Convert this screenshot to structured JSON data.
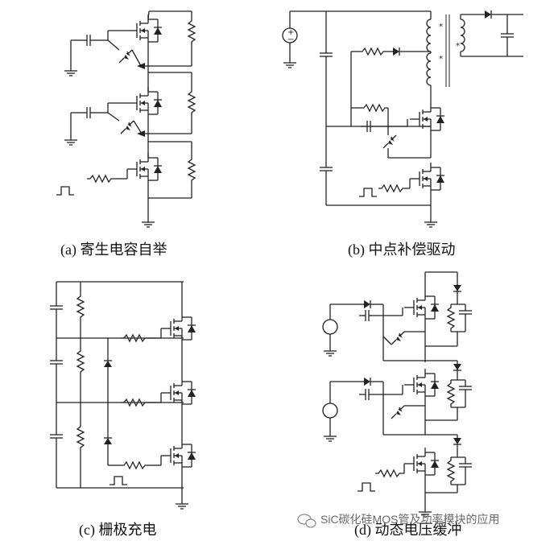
{
  "panels": [
    {
      "id": "a",
      "caption": "(a)  寄生电容自举"
    },
    {
      "id": "b",
      "caption": "(b)  中点补偿驱动"
    },
    {
      "id": "c",
      "caption": "(c)  栅极充电"
    },
    {
      "id": "d",
      "caption": "(d)  动态电压缓冲"
    }
  ],
  "transformer_markers": [
    "*",
    "*",
    "*"
  ],
  "source_symbols": [
    "+",
    "−"
  ],
  "watermark": {
    "text": "SiC碳化硅MOS管及功率模块的应用",
    "icon": "wechat-icon"
  }
}
